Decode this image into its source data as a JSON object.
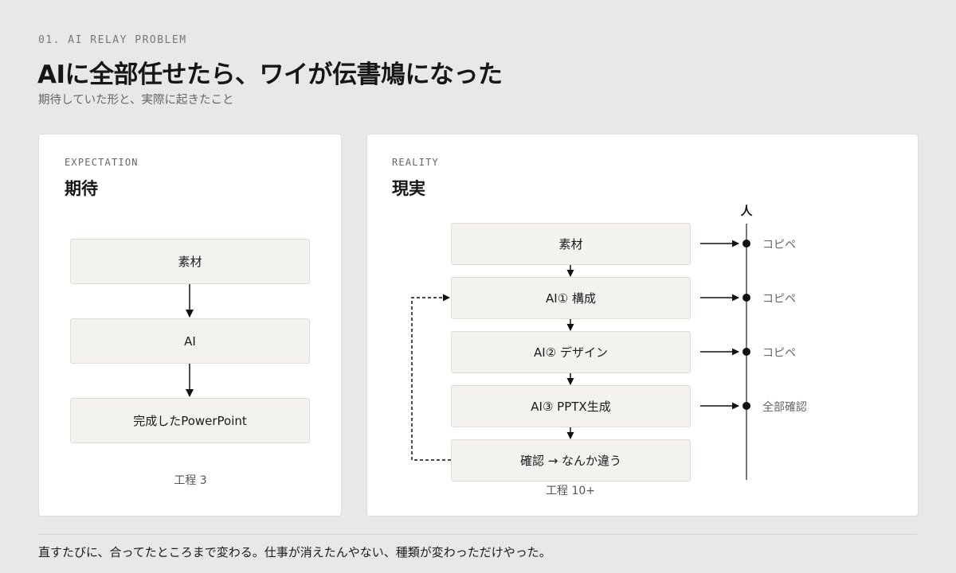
{
  "header": {
    "eyebrow": "01. AI RELAY PROBLEM",
    "title": "AIに全部任せたら、ワイが伝書鳩になった",
    "subtitle": "期待していた形と、実際に起きたこと"
  },
  "expectation": {
    "eyebrow": "EXPECTATION",
    "title": "期待",
    "steps": [
      "素材",
      "AI",
      "完成したPowerPoint"
    ],
    "step_count": "工程 3"
  },
  "reality": {
    "eyebrow": "REALITY",
    "title": "現実",
    "steps": [
      "素材",
      "AI① 構成",
      "AI② デザイン",
      "AI③ PPTX生成",
      "確認 → なんか違う"
    ],
    "person_label": "人",
    "person_actions": [
      "コピペ",
      "コピペ",
      "コピペ",
      "全部確認"
    ],
    "step_count": "工程 10+"
  },
  "footer": {
    "text": "直すたびに、合ってたところまで変わる。仕事が消えたんやない、種類が変わっただけやった。"
  }
}
